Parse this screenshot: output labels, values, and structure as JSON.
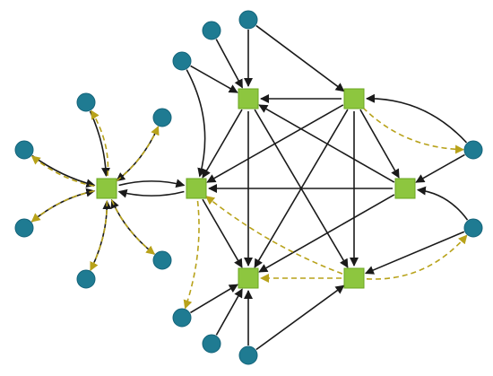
{
  "graph": {
    "nodes": [
      {
        "id": "h1",
        "kind": "hub"
      },
      {
        "id": "h2",
        "kind": "hub"
      },
      {
        "id": "h3",
        "kind": "hub"
      },
      {
        "id": "h4",
        "kind": "hub"
      },
      {
        "id": "h5",
        "kind": "hub"
      },
      {
        "id": "h6",
        "kind": "hub"
      },
      {
        "id": "h7",
        "kind": "hub"
      },
      {
        "id": "a1",
        "kind": "leaf"
      },
      {
        "id": "a2",
        "kind": "leaf"
      },
      {
        "id": "a3",
        "kind": "leaf"
      },
      {
        "id": "a4",
        "kind": "leaf"
      },
      {
        "id": "a5",
        "kind": "leaf"
      },
      {
        "id": "a6",
        "kind": "leaf"
      },
      {
        "id": "b1",
        "kind": "leaf"
      },
      {
        "id": "b2",
        "kind": "leaf"
      },
      {
        "id": "b3",
        "kind": "leaf"
      },
      {
        "id": "c1",
        "kind": "leaf"
      },
      {
        "id": "c2",
        "kind": "leaf"
      },
      {
        "id": "d1",
        "kind": "leaf"
      },
      {
        "id": "d2",
        "kind": "leaf"
      },
      {
        "id": "d3",
        "kind": "leaf"
      }
    ],
    "edges": [
      {
        "from": "a1",
        "to": "h1",
        "style": "solid"
      },
      {
        "from": "a2",
        "to": "h1",
        "style": "solid"
      },
      {
        "from": "a3",
        "to": "h1",
        "style": "solid"
      },
      {
        "from": "a4",
        "to": "h1",
        "style": "solid"
      },
      {
        "from": "a5",
        "to": "h1",
        "style": "solid"
      },
      {
        "from": "a6",
        "to": "h1",
        "style": "solid"
      },
      {
        "from": "h1",
        "to": "a1",
        "style": "dashed"
      },
      {
        "from": "h1",
        "to": "a2",
        "style": "dashed"
      },
      {
        "from": "h1",
        "to": "a3",
        "style": "dashed"
      },
      {
        "from": "h1",
        "to": "a4",
        "style": "dashed"
      },
      {
        "from": "h1",
        "to": "a5",
        "style": "dashed"
      },
      {
        "from": "h1",
        "to": "a6",
        "style": "dashed"
      },
      {
        "from": "h1",
        "to": "h2",
        "style": "solid"
      },
      {
        "from": "h2",
        "to": "h1",
        "style": "solid"
      },
      {
        "from": "b1",
        "to": "h2",
        "style": "solid"
      },
      {
        "from": "b1",
        "to": "h3",
        "style": "solid"
      },
      {
        "from": "b2",
        "to": "h3",
        "style": "solid"
      },
      {
        "from": "b3",
        "to": "h3",
        "style": "solid"
      },
      {
        "from": "b3",
        "to": "h4",
        "style": "solid"
      },
      {
        "from": "h4",
        "to": "h3",
        "style": "solid"
      },
      {
        "from": "h3",
        "to": "h2",
        "style": "solid"
      },
      {
        "from": "h4",
        "to": "h2",
        "style": "solid"
      },
      {
        "from": "h5",
        "to": "h2",
        "style": "solid"
      },
      {
        "from": "h5",
        "to": "h3",
        "style": "solid"
      },
      {
        "from": "h4",
        "to": "h6",
        "style": "solid"
      },
      {
        "from": "h4",
        "to": "h7",
        "style": "solid"
      },
      {
        "from": "h3",
        "to": "h6",
        "style": "solid"
      },
      {
        "from": "h3",
        "to": "h7",
        "style": "solid"
      },
      {
        "from": "h4",
        "to": "h5",
        "style": "solid"
      },
      {
        "from": "h5",
        "to": "h6",
        "style": "solid"
      },
      {
        "from": "h2",
        "to": "h6",
        "style": "solid"
      },
      {
        "from": "c1",
        "to": "h4",
        "style": "solid"
      },
      {
        "from": "h4",
        "to": "c1",
        "style": "dashed"
      },
      {
        "from": "c1",
        "to": "h5",
        "style": "solid"
      },
      {
        "from": "c2",
        "to": "h5",
        "style": "solid"
      },
      {
        "from": "h7",
        "to": "c2",
        "style": "dashed"
      },
      {
        "from": "c2",
        "to": "h7",
        "style": "solid"
      },
      {
        "from": "h2",
        "to": "d1",
        "style": "dashed"
      },
      {
        "from": "h7",
        "to": "h2",
        "style": "dashed"
      },
      {
        "from": "h7",
        "to": "h6",
        "style": "dashed"
      },
      {
        "from": "d1",
        "to": "h6",
        "style": "solid"
      },
      {
        "from": "d2",
        "to": "h6",
        "style": "solid"
      },
      {
        "from": "d3",
        "to": "h6",
        "style": "solid"
      },
      {
        "from": "d3",
        "to": "h7",
        "style": "solid"
      }
    ]
  },
  "colors": {
    "hub_fill": "#8dc63f",
    "hub_stroke": "#6aa51f",
    "leaf_fill": "#1f7b92",
    "leaf_stroke": "#15647a",
    "solid_edge": "#1a1a1a",
    "dashed_edge": "#b8a21a"
  }
}
